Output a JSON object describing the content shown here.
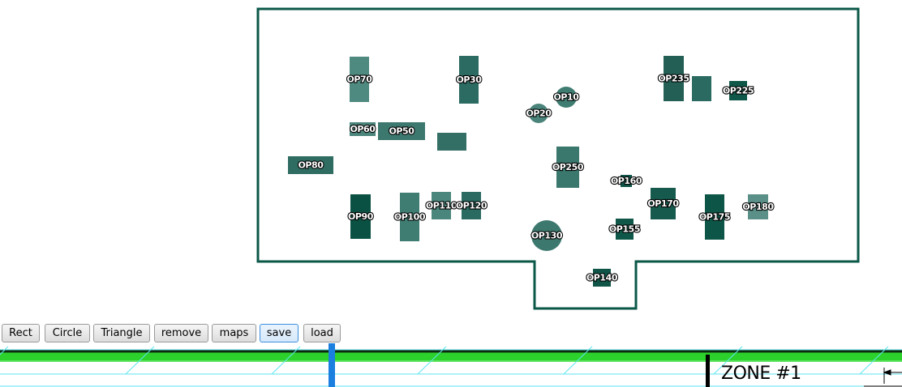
{
  "floorplan": {
    "outline_color": "#0b5848",
    "shapes": [
      {
        "id": "op70",
        "label": "OP70",
        "kind": "rect",
        "color": "#4f8a80"
      },
      {
        "id": "op30",
        "label": "OP30",
        "kind": "rect",
        "color": "#2b6b62"
      },
      {
        "id": "op10",
        "label": "OP10",
        "kind": "circle",
        "color": "#3f7c72"
      },
      {
        "id": "op20",
        "label": "OP20",
        "kind": "circle",
        "color": "#4a847a"
      },
      {
        "id": "op235",
        "label": "OP235",
        "kind": "rect",
        "color": "#245f55"
      },
      {
        "id": "unlabeled-a",
        "label": "",
        "kind": "rect",
        "color": "#2a6a60"
      },
      {
        "id": "op225",
        "label": "OP225",
        "kind": "rect",
        "color": "#0f5748"
      },
      {
        "id": "op60",
        "label": "OP60",
        "kind": "rect",
        "color": "#4b857b"
      },
      {
        "id": "op50",
        "label": "OP50",
        "kind": "rect",
        "color": "#3d786e"
      },
      {
        "id": "unlabeled-b",
        "label": "",
        "kind": "rect",
        "color": "#346f65"
      },
      {
        "id": "op80",
        "label": "OP80",
        "kind": "rect",
        "color": "#2f6c62"
      },
      {
        "id": "op250",
        "label": "OP250",
        "kind": "rect",
        "color": "#3a776d"
      },
      {
        "id": "op160",
        "label": "OP160",
        "kind": "rect",
        "color": "#0f5447"
      },
      {
        "id": "op170",
        "label": "OP170",
        "kind": "rect",
        "color": "#155a4d"
      },
      {
        "id": "op175",
        "label": "OP175",
        "kind": "rect",
        "color": "#0d5546"
      },
      {
        "id": "op180",
        "label": "OP180",
        "kind": "rect",
        "color": "#5b9088"
      },
      {
        "id": "op90",
        "label": "OP90",
        "kind": "rect",
        "color": "#0b5143"
      },
      {
        "id": "op100",
        "label": "OP100",
        "kind": "rect",
        "color": "#3f7d73"
      },
      {
        "id": "op110",
        "label": "OP110",
        "kind": "rect",
        "color": "#4b867c"
      },
      {
        "id": "op120",
        "label": "OP120",
        "kind": "rect",
        "color": "#2a6a60"
      },
      {
        "id": "op130",
        "label": "OP130",
        "kind": "circle",
        "color": "#3c786e"
      },
      {
        "id": "op155",
        "label": "OP155",
        "kind": "rect",
        "color": "#0f5748"
      },
      {
        "id": "op140",
        "label": "OP140",
        "kind": "rect",
        "color": "#0f5447"
      }
    ]
  },
  "toolbar": {
    "buttons": [
      {
        "id": "rect",
        "label": "Rect"
      },
      {
        "id": "circle",
        "label": "Circle"
      },
      {
        "id": "triangle",
        "label": "Triangle"
      },
      {
        "id": "remove",
        "label": "remove"
      },
      {
        "id": "maps",
        "label": "maps"
      },
      {
        "id": "save",
        "label": "save"
      },
      {
        "id": "load",
        "label": "load"
      }
    ],
    "focused": "save"
  },
  "timeline": {
    "zone_label": "ZONE #1",
    "colors": {
      "track": "#2cd12c",
      "track_border": "#0e2a0e",
      "guide": "#5fe6f0",
      "marker": "#1b7fe0"
    }
  }
}
